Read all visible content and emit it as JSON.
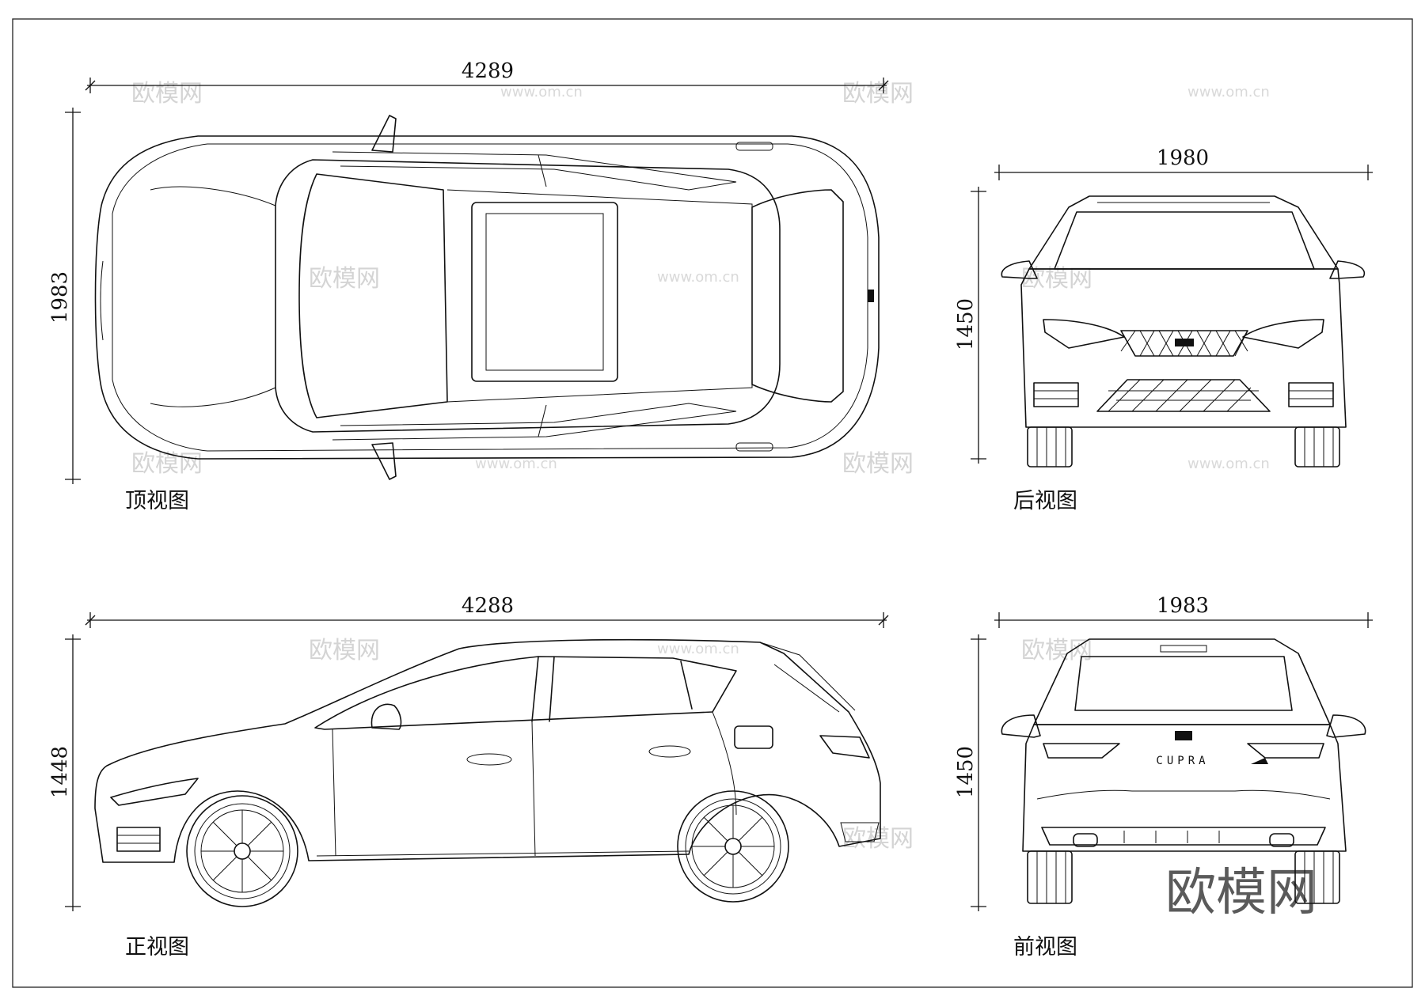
{
  "views": {
    "top": {
      "caption": "顶视图",
      "length": "4289",
      "width": "1983"
    },
    "rear": {
      "caption": "后视图",
      "width": "1980",
      "height": "1450"
    },
    "side": {
      "caption": "正视图",
      "length": "4288",
      "height": "1448"
    },
    "front": {
      "caption": "前视图",
      "width": "1983",
      "height": "1450",
      "badge": "CUPRA"
    }
  },
  "watermark": {
    "brand": "欧模网",
    "url": "www.om.cn"
  },
  "colors": {
    "line": "#111111",
    "background": "#ffffff",
    "watermark": "#d4d4d4"
  }
}
